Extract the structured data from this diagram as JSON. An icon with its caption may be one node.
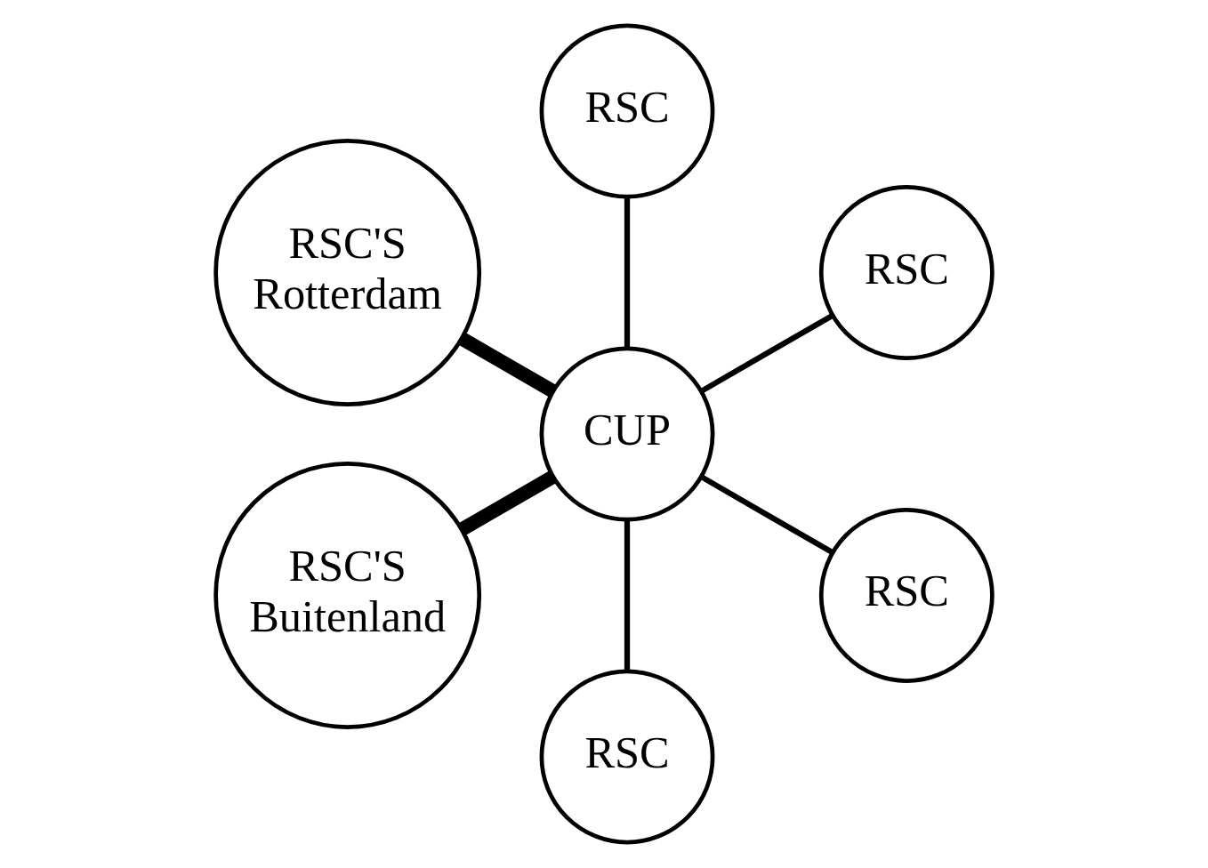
{
  "diagram": {
    "nodes": [
      {
        "text": [
          "RSC"
        ]
      },
      {
        "text": [
          "RSC"
        ]
      },
      {
        "text": [
          "RSC'S Rotterdam"
        ]
      },
      {
        "text": [
          "CUP"
        ]
      },
      {
        "text": [
          "RSC'S Buitenland"
        ]
      },
      {
        "text": [
          "RSC"
        ]
      },
      {
        "text": [
          "RSC"
        ]
      }
    ],
    "edges": [
      {
        "from": 3,
        "to": 0,
        "arrow": "none"
      },
      {
        "from": 3,
        "to": 1,
        "arrow": "none"
      },
      {
        "from": 3,
        "to": 2,
        "arrow": "none",
        "style": "thick"
      },
      {
        "from": 3,
        "to": 4,
        "arrow": "none",
        "style": "thick"
      },
      {
        "from": 3,
        "to": 5,
        "arrow": "none"
      },
      {
        "from": 3,
        "to": 6,
        "arrow": "none"
      }
    ]
  }
}
